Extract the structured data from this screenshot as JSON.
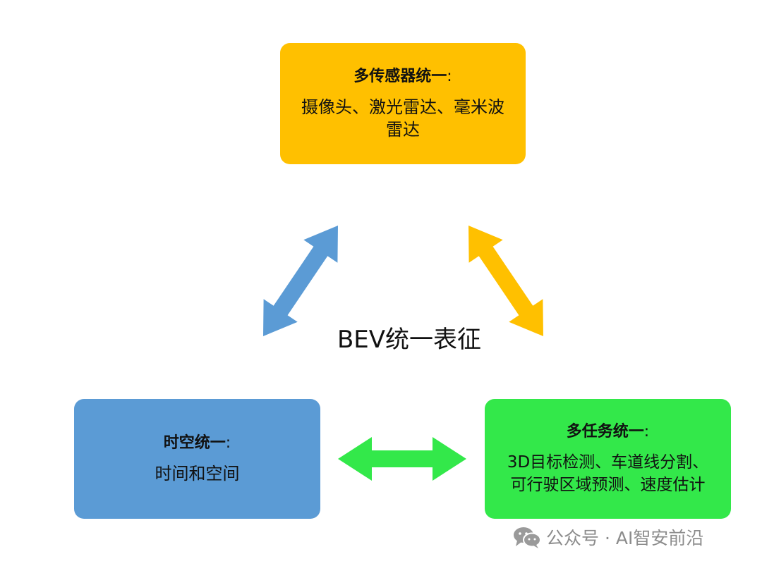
{
  "colors": {
    "sensor_box": "#ffc000",
    "spacetime_box": "#5b9bd5",
    "task_box": "#33e84a",
    "blue_arrow": "#5b9bd5",
    "yellow_arrow": "#ffc000",
    "green_arrow": "#33e84a",
    "watermark": "#8c8c8c"
  },
  "center": {
    "label": "BEV统一表征"
  },
  "boxes": {
    "sensor": {
      "title": "多传感器统一",
      "colon": ":",
      "body_line1": "摄像头、激光雷达、毫米波",
      "body_line2": "雷达"
    },
    "spacetime": {
      "title": "时空统一",
      "colon": ":",
      "body_line1": "时间和空间"
    },
    "task": {
      "title": "多任务统一",
      "colon": ":",
      "body_line1": "3D目标检测、车道线分割、",
      "body_line2": "可行驶区域预测、速度估计"
    }
  },
  "arrows": {
    "blue": "double-arrow-icon",
    "yellow": "double-arrow-icon",
    "green": "double-arrow-icon"
  },
  "watermark": {
    "icon": "wechat-icon",
    "text": "公众号 · AI智安前沿"
  }
}
